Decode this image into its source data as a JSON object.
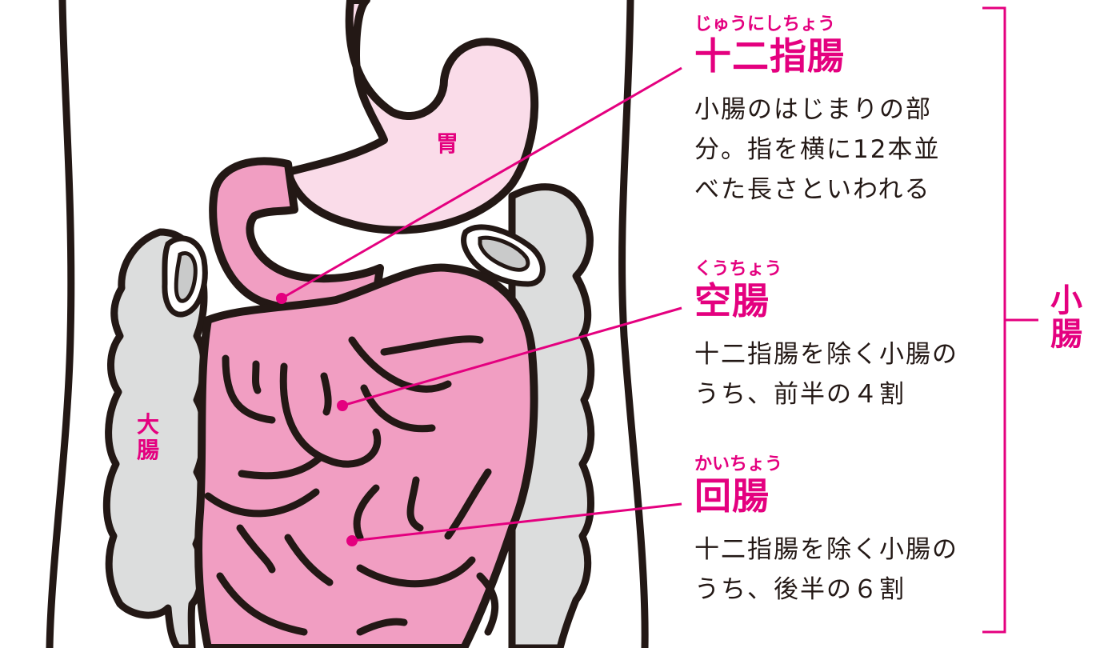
{
  "colors": {
    "accent": "#E4007F",
    "small_intestine": "#F19EC2",
    "stomach": "#FADCE9",
    "large_intestine": "#DCDDDD",
    "outline": "#231815",
    "text": "#231815",
    "background": "#FFFFFF"
  },
  "illustration": {
    "stomach_label": "胃",
    "large_intestine_label": "大腸"
  },
  "sections": [
    {
      "id": "duodenum",
      "ruby": "じゅうにしちょう",
      "term": "十二指腸",
      "description": "小腸のはじまりの部\n分。指を横に12本並\nべた長さといわれる"
    },
    {
      "id": "jejunum",
      "ruby": "くうちょう",
      "term": "空腸",
      "description": "十二指腸を除く小腸の\nうち、前半の４割"
    },
    {
      "id": "ileum",
      "ruby": "かいちょう",
      "term": "回腸",
      "description": "十二指腸を除く小腸の\nうち、後半の６割"
    }
  ],
  "bracket": {
    "label": "小腸"
  }
}
